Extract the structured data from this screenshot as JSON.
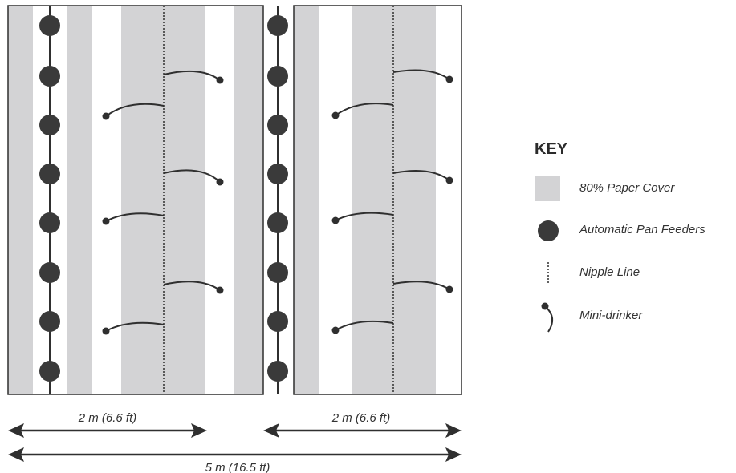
{
  "colors": {
    "paper": "#d3d3d5",
    "feeder": "#3a3a3a",
    "line": "#2f2f2f",
    "text": "#333333"
  },
  "icons": {
    "feeder": "filled-circle",
    "drinker": "dot-with-curve",
    "nipple": "dotted-vertical-line"
  },
  "dimensions": {
    "left_width": "2 m (6.6 ft)",
    "right_width": "2 m (6.6 ft)",
    "total_width": "5 m (16.5 ft)"
  },
  "key": {
    "title": "KEY",
    "items": [
      {
        "label": "80% Paper Cover",
        "icon": "paper-swatch"
      },
      {
        "label": "Automatic Pan Feeders",
        "icon": "feeder-circle"
      },
      {
        "label": "Nipple Line",
        "icon": "dotted-line"
      },
      {
        "label": "Mini-drinker",
        "icon": "mini-drinker"
      }
    ]
  }
}
